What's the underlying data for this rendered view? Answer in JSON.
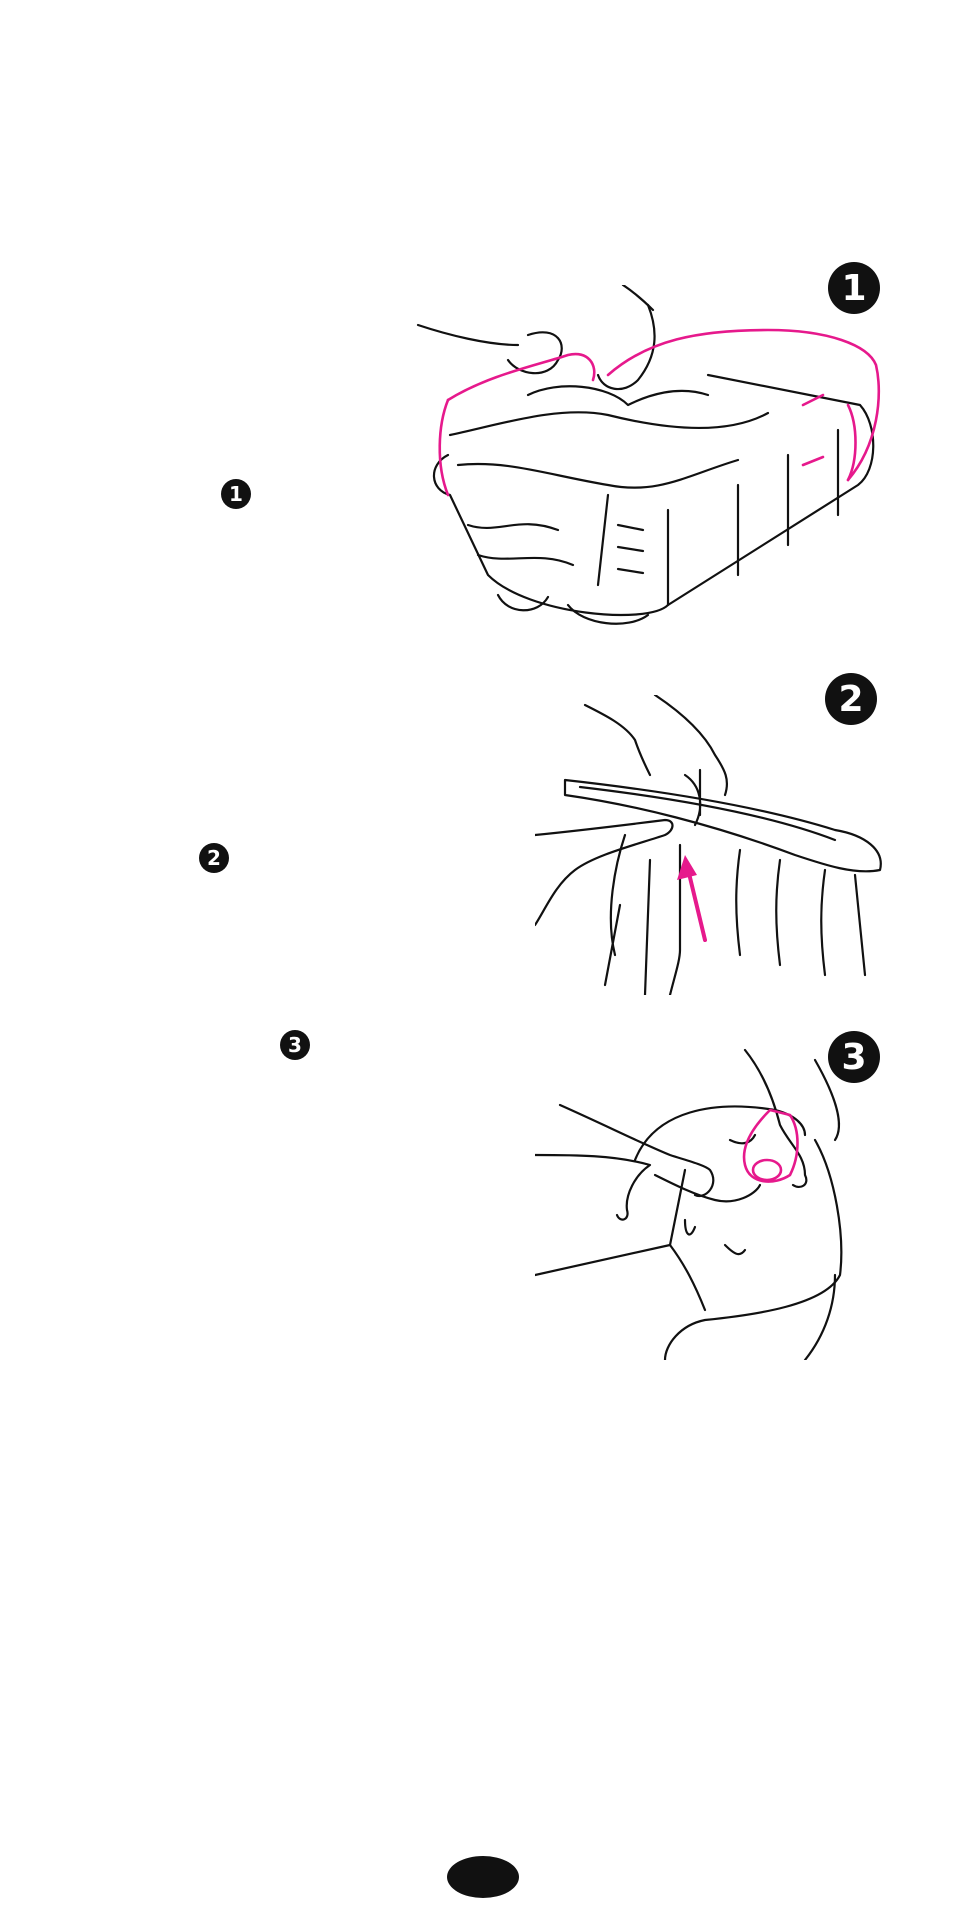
{
  "steps": [
    {
      "marker": "1",
      "inline_marker": "1"
    },
    {
      "marker": "2",
      "inline_marker": "2"
    },
    {
      "marker": "3",
      "inline_marker": "3"
    }
  ],
  "colors": {
    "accent": "#e6198c",
    "ink": "#111111"
  },
  "icons": {
    "figure_1": "hands-removing-seat-cover-illustration",
    "figure_2": "hand-threading-strap-illustration",
    "figure_3": "hands-pulling-pad-illustration"
  }
}
